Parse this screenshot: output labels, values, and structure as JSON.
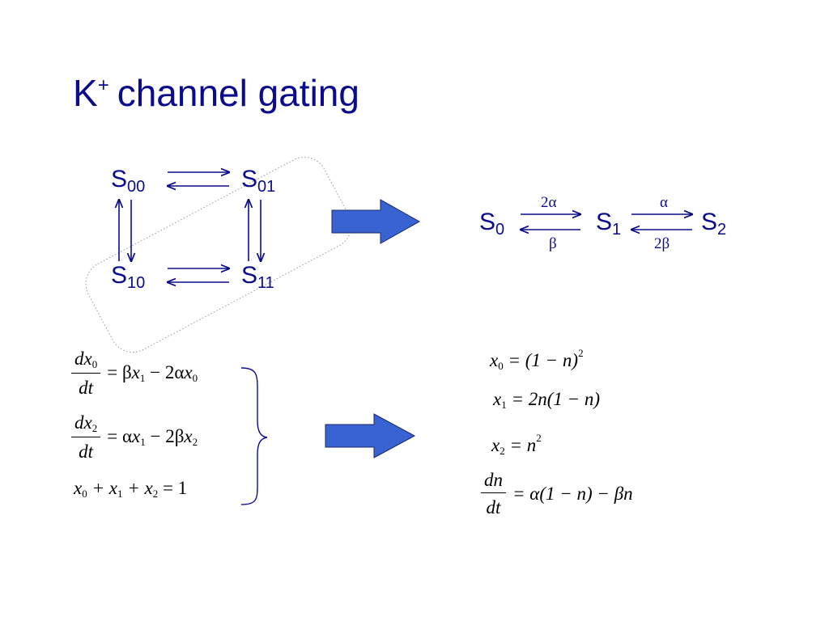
{
  "slide": {
    "title_main": "K",
    "title_sup": "+",
    "title_rest": "channel gating"
  },
  "four_state": {
    "s00": {
      "base": "S",
      "sub": "00"
    },
    "s01": {
      "base": "S",
      "sub": "01"
    },
    "s10": {
      "base": "S",
      "sub": "10"
    },
    "s11": {
      "base": "S",
      "sub": "11"
    }
  },
  "three_state": {
    "s0": {
      "base": "S",
      "sub": "0"
    },
    "s1": {
      "base": "S",
      "sub": "1"
    },
    "s2": {
      "base": "S",
      "sub": "2"
    },
    "rate_0_to_1": "2α",
    "rate_1_to_0": "β",
    "rate_1_to_2": "α",
    "rate_2_to_1": "2β"
  },
  "left_equations": {
    "eq1_num_d": "dx",
    "eq1_num_sub": "0",
    "eq1_den": "dt",
    "eq1_rhs_a": "= β",
    "eq1_rhs_b": "x",
    "eq1_rhs_b_sub": "1",
    "eq1_rhs_c": "− 2α",
    "eq1_rhs_d": "x",
    "eq1_rhs_d_sub": "0",
    "eq2_num_d": "dx",
    "eq2_num_sub": "2",
    "eq2_den": "dt",
    "eq2_rhs_a": "= α",
    "eq2_rhs_b": "x",
    "eq2_rhs_b_sub": "1",
    "eq2_rhs_c": "− 2β",
    "eq2_rhs_d": "x",
    "eq2_rhs_d_sub": "2",
    "eq3_a": "x",
    "eq3_a_sub": "0",
    "eq3_b": "+ x",
    "eq3_b_sub": "1",
    "eq3_c": "+ x",
    "eq3_c_sub": "2",
    "eq3_d": "= 1"
  },
  "right_equations": {
    "r1_lhs": "x",
    "r1_lhs_sub": "0",
    "r1_rhs": "= (1 − n)",
    "r1_sup": "2",
    "r2_lhs": "x",
    "r2_lhs_sub": "1",
    "r2_rhs": "= 2n(1 − n)",
    "r3_lhs": "x",
    "r3_lhs_sub": "2",
    "r3_rhs": "= n",
    "r3_sup": "2",
    "r4_num": "dn",
    "r4_den": "dt",
    "r4_rhs": "= α(1 − n) − βn"
  },
  "colors": {
    "title": "#0b0b8c",
    "state_text": "#0b0b8c",
    "arrow_line": "#0b0b8c",
    "block_arrow_fill": "#3a63d2",
    "block_arrow_stroke": "#1a2a6a",
    "dotted_outline": "#999999"
  }
}
